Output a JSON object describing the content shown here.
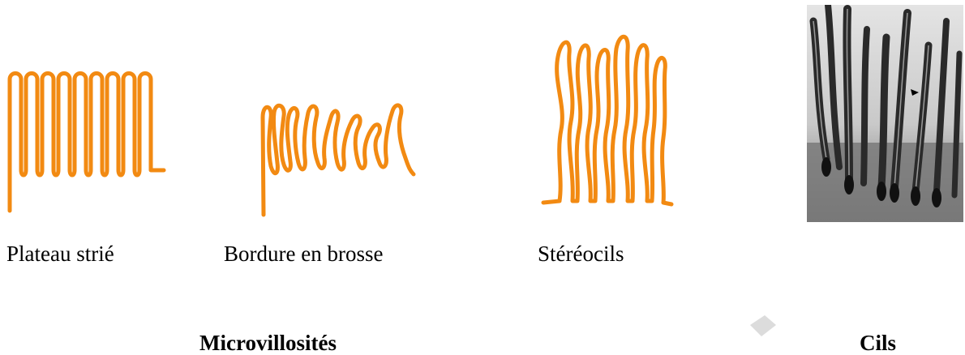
{
  "figure": {
    "panels": [
      {
        "label": "Plateau strié",
        "shape": "regular-microvilli-icon"
      },
      {
        "label": "Bordure en brosse",
        "shape": "brush-border-icon"
      },
      {
        "label": "Stéréocils",
        "shape": "stereocilia-icon"
      },
      {
        "label": "",
        "shape": "cilia-electron-micrograph"
      }
    ],
    "groups": [
      {
        "label": "Microvillosités"
      },
      {
        "label": "Cils"
      }
    ],
    "colors": {
      "stroke": "#f28a12",
      "micrograph_dark": "#2a2a2a",
      "micrograph_light": "#d9d9d9"
    }
  }
}
